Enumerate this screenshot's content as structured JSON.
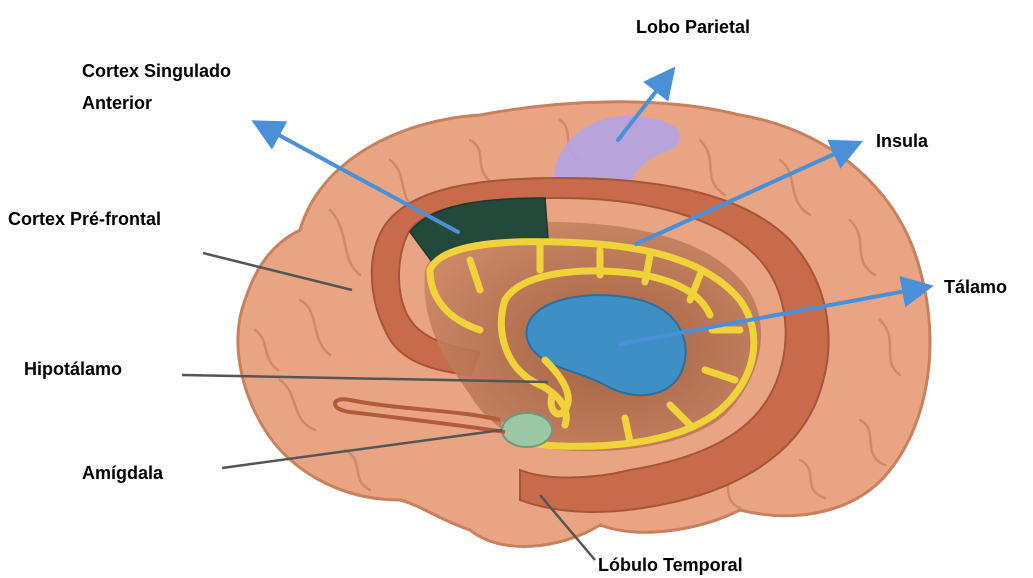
{
  "labels": {
    "cingulate_line1": "Cortex Singulado",
    "cingulate_line2": "Anterior",
    "parietal": "Lobo Parietal",
    "insula": "Insula",
    "prefrontal": "Cortex Pré-frontal",
    "thalamus": "Tálamo",
    "hypothalamus": "Hipotálamo",
    "amygdala": "Amígdala",
    "temporal": "Lóbulo Temporal"
  },
  "colors": {
    "brain": "#e9a583",
    "brain_outline": "#c8805d",
    "cingulate_band": "#c86b4b",
    "anterior_cingulate": "#23493b",
    "parietal": "#b6a2df",
    "fornix": "#f0d23a",
    "thalamus": "#3f8fc7",
    "amygdala": "#9bc7a5",
    "arrow": "#4a90d9",
    "leader_line": "#555555"
  }
}
